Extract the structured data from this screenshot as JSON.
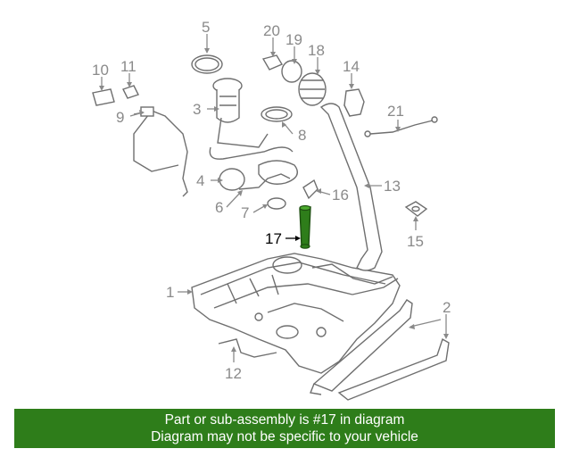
{
  "callouts": [
    {
      "id": "1",
      "label": "1"
    },
    {
      "id": "2",
      "label": "2"
    },
    {
      "id": "3",
      "label": "3"
    },
    {
      "id": "4",
      "label": "4"
    },
    {
      "id": "5",
      "label": "5"
    },
    {
      "id": "6",
      "label": "6"
    },
    {
      "id": "7",
      "label": "7"
    },
    {
      "id": "8",
      "label": "8"
    },
    {
      "id": "9",
      "label": "9"
    },
    {
      "id": "10",
      "label": "10"
    },
    {
      "id": "11",
      "label": "11"
    },
    {
      "id": "12",
      "label": "12"
    },
    {
      "id": "13",
      "label": "13"
    },
    {
      "id": "14",
      "label": "14"
    },
    {
      "id": "15",
      "label": "15"
    },
    {
      "id": "16",
      "label": "16"
    },
    {
      "id": "17",
      "label": "17"
    },
    {
      "id": "18",
      "label": "18"
    },
    {
      "id": "19",
      "label": "19"
    },
    {
      "id": "20",
      "label": "20"
    },
    {
      "id": "21",
      "label": "21"
    }
  ],
  "highlight": {
    "part_number": "17",
    "color": "#2e7d1a"
  },
  "banner": {
    "line1": "Part or sub-assembly is #17 in diagram",
    "line2": "Diagram may not be specific to your vehicle",
    "background": "#2e7d1a",
    "text_color": "#ffffff"
  }
}
